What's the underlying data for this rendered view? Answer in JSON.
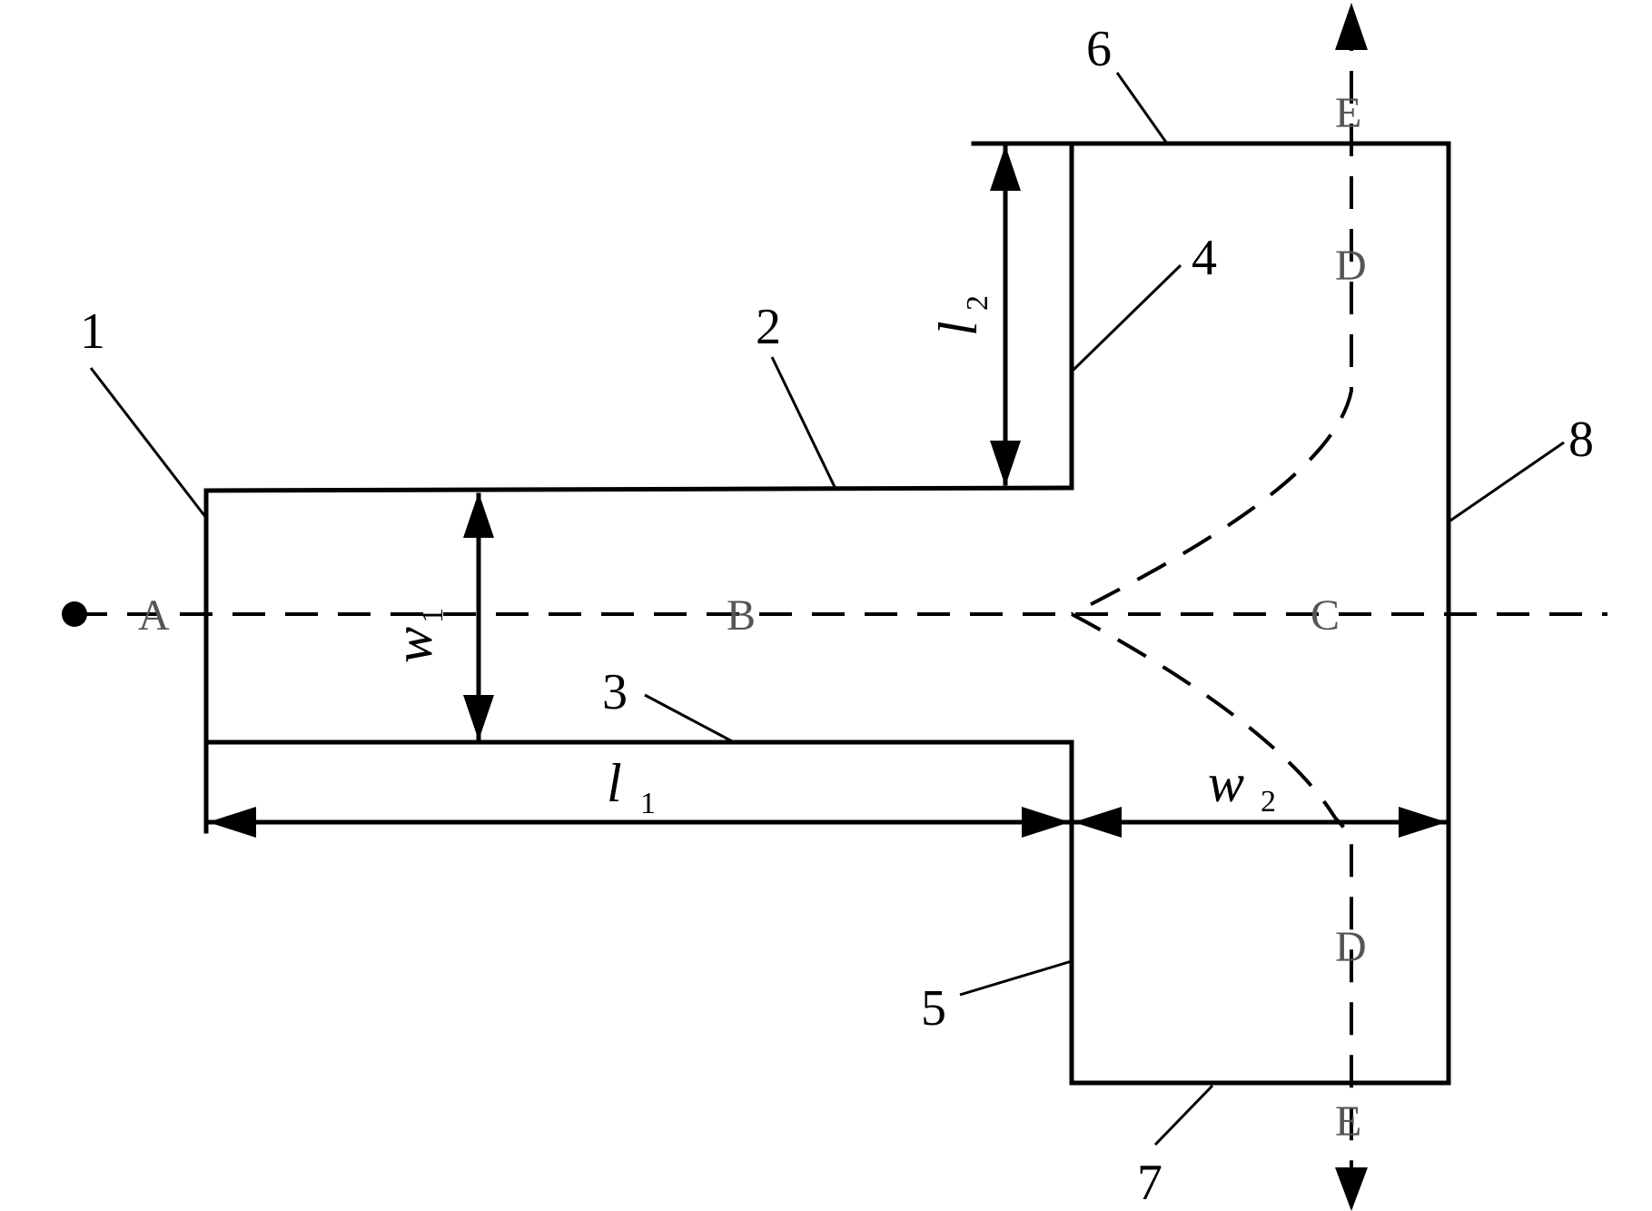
{
  "labels": {
    "n1": "1",
    "n2": "2",
    "n3": "3",
    "n4": "4",
    "n5": "5",
    "n6": "6",
    "n7": "7",
    "n8": "8"
  },
  "points": {
    "A": "A",
    "B": "B",
    "C": "C",
    "D_top": "D",
    "D_bottom": "D",
    "E_top": "E",
    "E_bottom": "E"
  },
  "dimensions": {
    "l1": {
      "symbol": "l",
      "subscript": "1"
    },
    "l2": {
      "symbol": "l",
      "subscript": "2"
    },
    "w1": {
      "symbol": "w",
      "subscript": "1"
    },
    "w2": {
      "symbol": "w",
      "subscript": "2"
    }
  },
  "colors": {
    "stroke": "#000000",
    "point_label": "#555555"
  }
}
